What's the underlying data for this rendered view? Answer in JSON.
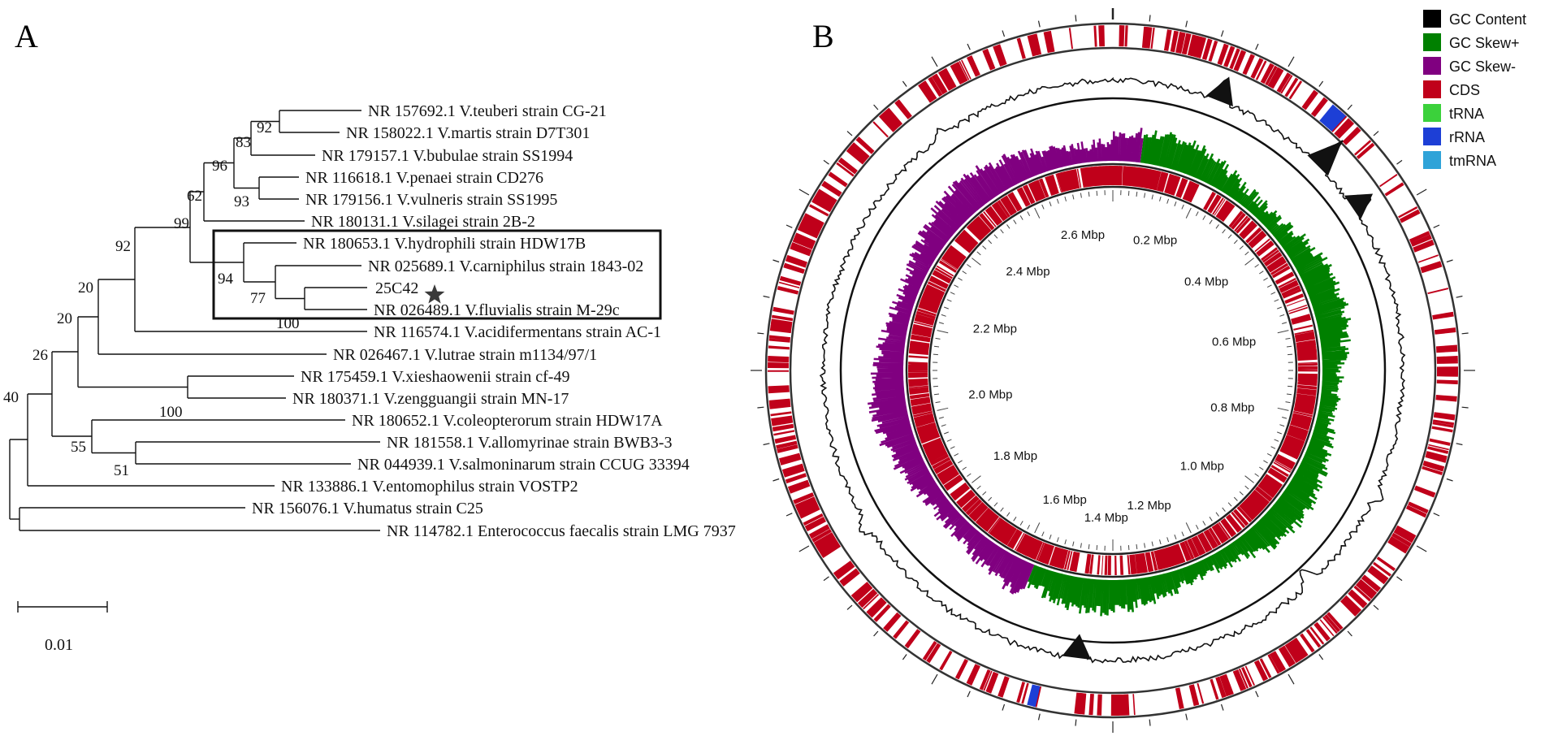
{
  "panels": {
    "a": {
      "label": "A"
    },
    "b": {
      "label": "B"
    }
  },
  "tree": {
    "scale_bar_label": "0.01",
    "highlighted_clade": [
      "NR 180653.1 V.hydrophili strain HDW17B",
      "NR 025689.1 V.carniphilus strain 1843-02",
      "25C42",
      "NR 026489.1 V.fluvialis strain M-29c"
    ],
    "query_marker": "star",
    "taxa": [
      "NR 157692.1 V.teuberi strain CG-21",
      "NR 158022.1 V.martis strain D7T301",
      "NR 179157.1 V.bubulae strain SS1994",
      "NR 116618.1 V.penaei strain CD276",
      "NR 179156.1 V.vulneris strain SS1995",
      "NR 180131.1 V.silagei strain 2B-2",
      "NR 180653.1 V.hydrophili strain HDW17B",
      "NR 025689.1 V.carniphilus strain 1843-02",
      "25C42",
      "NR 026489.1 V.fluvialis strain M-29c",
      "NR 116574.1 V.acidifermentans strain AC-1",
      "NR 026467.1 V.lutrae strain m1134/97/1",
      "NR 175459.1 V.xieshaowenii strain cf-49",
      "NR 180371.1 V.zengguangii strain MN-17",
      "NR 180652.1 V.coleopterorum strain HDW17A",
      "NR 181558.1 V.allomyrinae strain BWB3-3",
      "NR 044939.1 V.salmoninarum strain CCUG 33394",
      "NR 133886.1 V.entomophilus strain VOSTP2",
      "NR 156076.1 V.humatus strain C25",
      "NR 114782.1 Enterococcus faecalis strain LMG 7937"
    ],
    "bootstrap": [
      "92",
      "83",
      "96",
      "93",
      "62",
      "99",
      "94",
      "77",
      "100",
      "92",
      "20",
      "20",
      "100",
      "26",
      "55",
      "51",
      "40"
    ]
  },
  "genome_map": {
    "ticks": [
      "0.2 Mbp",
      "0.4 Mbp",
      "0.6 Mbp",
      "0.8 Mbp",
      "1.0 Mbp",
      "1.2 Mbp",
      "1.4 Mbp",
      "1.6 Mbp",
      "1.8 Mbp",
      "2.0 Mbp",
      "2.2 Mbp",
      "2.4 Mbp",
      "2.6 Mbp"
    ],
    "genome_length_mbp": 2.76,
    "legend": [
      {
        "label": "GC Content",
        "color": "#000000"
      },
      {
        "label": "GC Skew+",
        "color": "#008000"
      },
      {
        "label": "GC Skew-",
        "color": "#800080"
      },
      {
        "label": "CDS",
        "color": "#c0001a"
      },
      {
        "label": "tRNA",
        "color": "#3bd13b"
      },
      {
        "label": "rRNA",
        "color": "#1d3fd6"
      },
      {
        "label": "tmRNA",
        "color": "#2fa3d8"
      }
    ]
  }
}
